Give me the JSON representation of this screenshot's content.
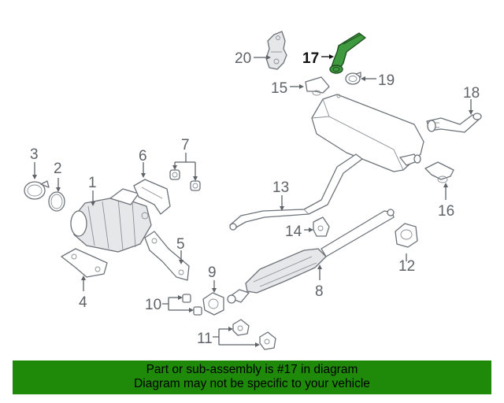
{
  "diagram": {
    "highlighted_part": "17",
    "callouts": [
      "1",
      "2",
      "3",
      "4",
      "5",
      "6",
      "7",
      "8",
      "9",
      "10",
      "11",
      "12",
      "13",
      "14",
      "15",
      "16",
      "17",
      "18",
      "19",
      "20"
    ]
  },
  "banner": {
    "line1": "Part or sub-assembly is #17 in diagram",
    "line2": "Diagram may not be specific to your vehicle",
    "background": "#1f8a0a"
  },
  "colors": {
    "highlight": "#3f9a3f",
    "line_art": "#6d7278"
  }
}
